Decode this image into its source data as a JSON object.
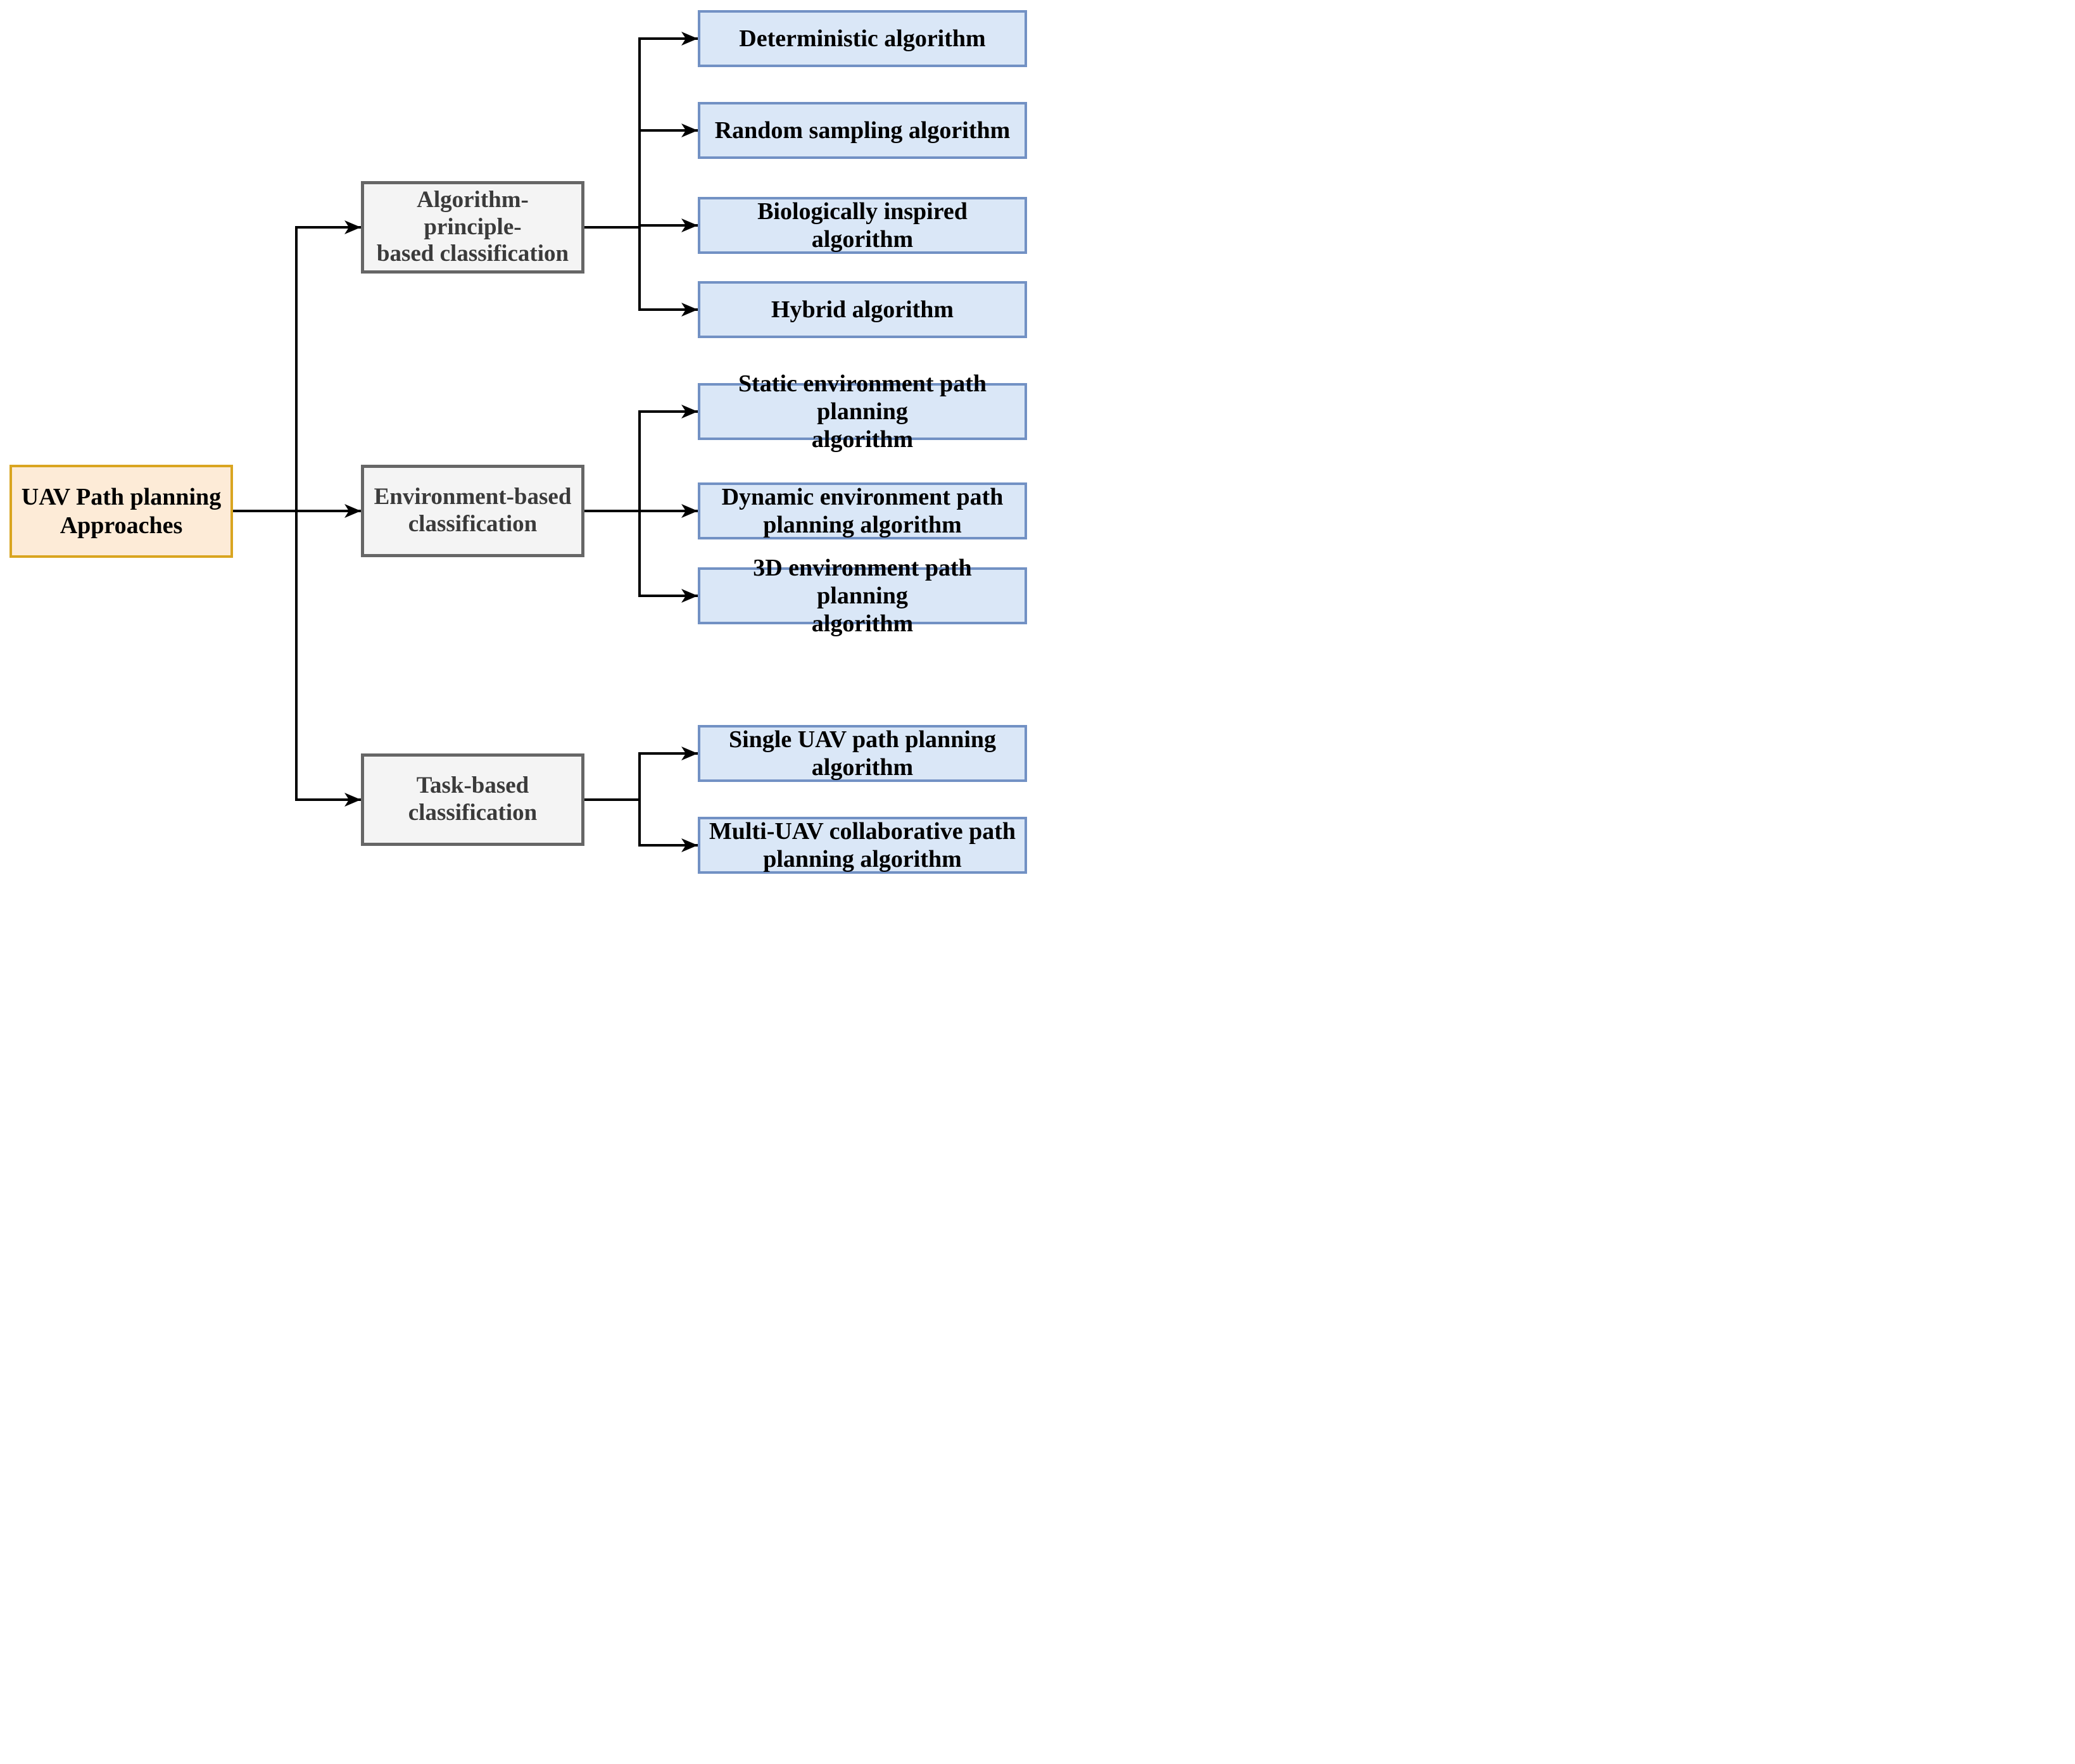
{
  "diagram": {
    "root": {
      "label": "UAV Path planning\nApproaches"
    },
    "categories": [
      {
        "label": "Algorithm-principle-\nbased classification",
        "children": [
          {
            "label": "Deterministic algorithm"
          },
          {
            "label": "Random sampling algorithm"
          },
          {
            "label": "Biologically inspired algorithm"
          },
          {
            "label": "Hybrid algorithm"
          }
        ]
      },
      {
        "label": "Environment-based\nclassification",
        "children": [
          {
            "label": "Static environment path planning\nalgorithm"
          },
          {
            "label": "Dynamic environment path\nplanning algorithm"
          },
          {
            "label": "3D environment path planning\nalgorithm"
          }
        ]
      },
      {
        "label": "Task-based\nclassification",
        "children": [
          {
            "label": "Single UAV path planning\nalgorithm"
          },
          {
            "label": "Multi-UAV collaborative path\nplanning algorithm"
          }
        ]
      }
    ],
    "colors": {
      "root_fill": "#FDEBD7",
      "root_border": "#D9A520",
      "category_fill": "#F4F4F4",
      "category_border": "#666666",
      "category_text": "#3B3B3B",
      "leaf_fill": "#DAE7F7",
      "leaf_border": "#7291C4",
      "leaf_text": "#000000",
      "connector_color": "#000000"
    }
  }
}
